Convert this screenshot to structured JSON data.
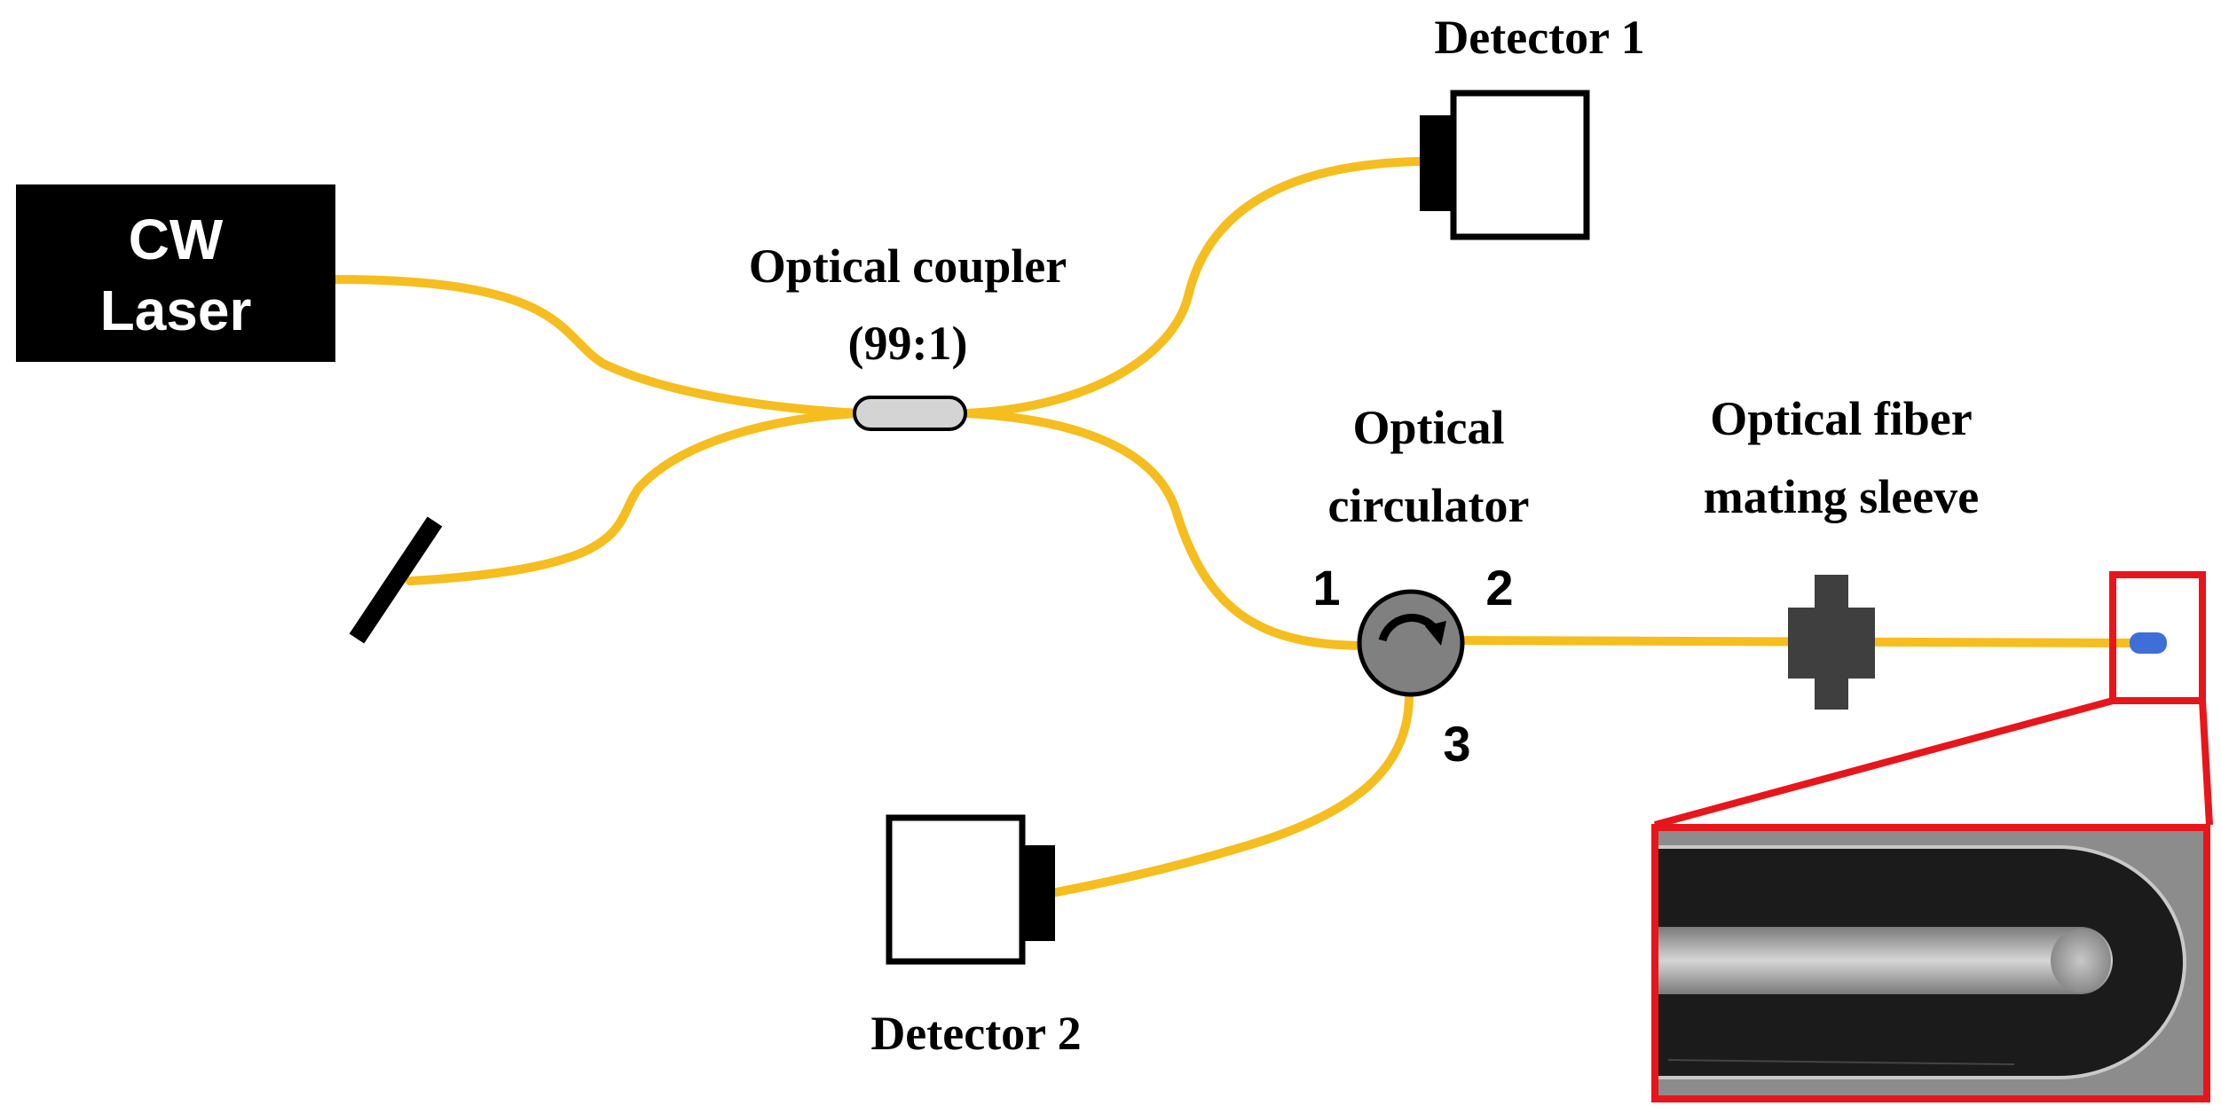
{
  "labels": {
    "laser_line1": "CW",
    "laser_line2": "Laser",
    "coupler_line1": "Optical coupler",
    "coupler_line2": "(99:1)",
    "detector1": "Detector 1",
    "detector2": "Detector 2",
    "circulator_line1": "Optical",
    "circulator_line2": "circulator",
    "sleeve_line1": "Optical fiber",
    "sleeve_line2": "mating sleeve",
    "port1": "1",
    "port2": "2",
    "port3": "3"
  },
  "colors": {
    "fiber": "#F5BE1E",
    "laser_box": "#000000",
    "coupler_fill": "#D4D4D4",
    "circulator_fill": "#808080",
    "sleeve_fill": "#3F3F3F",
    "fiber_tip": "#3E6FD8",
    "highlight": "#E8151B"
  }
}
